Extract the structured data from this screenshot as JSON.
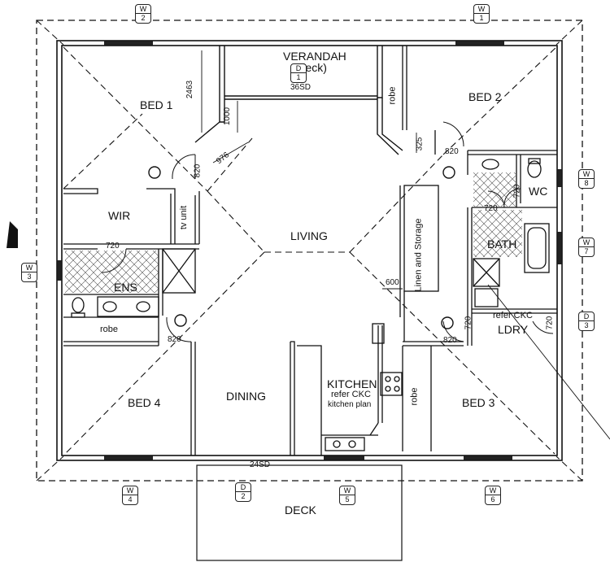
{
  "rooms": {
    "bed1": "BED 1",
    "bed2": "BED 2",
    "bed3": "BED 3",
    "bed4": "BED 4",
    "verandah": "VERANDAH",
    "verandah_sub": "(deck)",
    "wir": "WIR",
    "living": "LIVING",
    "ens": "ENS",
    "dining": "DINING",
    "kitchen": "KITCHEN",
    "kitchen_note1": "refer CKC",
    "kitchen_note2": "kitchen plan",
    "bath": "BATH",
    "wc": "WC",
    "ldry": "LDRY",
    "ldry_note": "refer CKC",
    "deck": "DECK",
    "linen": "Linen and Storage",
    "tv_unit": "tv unit",
    "robe_ens": "robe",
    "robe_bed2": "robe",
    "robe_bed3": "robe"
  },
  "dimensions": {
    "d2463": "2463",
    "d1000": "1000",
    "d976": "976",
    "d820_bed1": "820",
    "d720_ens": "720",
    "d820_bed4": "820",
    "d36sd": "36SD",
    "d325": "325",
    "d820_bed2": "820",
    "d720_wc": "720",
    "d720_bath": "720",
    "d600": "600",
    "d720_ldry_l": "720",
    "d720_ldry_r": "720",
    "d820_bed3": "820",
    "d24sd": "24SD"
  },
  "tags": {
    "w2": {
      "top": "W",
      "bot": "2"
    },
    "w1": {
      "top": "W",
      "bot": "1"
    },
    "d1": {
      "top": "D",
      "bot": "1"
    },
    "w8": {
      "top": "W",
      "bot": "8"
    },
    "w7": {
      "top": "W",
      "bot": "7"
    },
    "d3": {
      "top": "D",
      "bot": "3"
    },
    "w3": {
      "top": "W",
      "bot": "3"
    },
    "w4": {
      "top": "W",
      "bot": "4"
    },
    "d2": {
      "top": "D",
      "bot": "2"
    },
    "w5": {
      "top": "W",
      "bot": "5"
    },
    "w6": {
      "top": "W",
      "bot": "6"
    }
  }
}
